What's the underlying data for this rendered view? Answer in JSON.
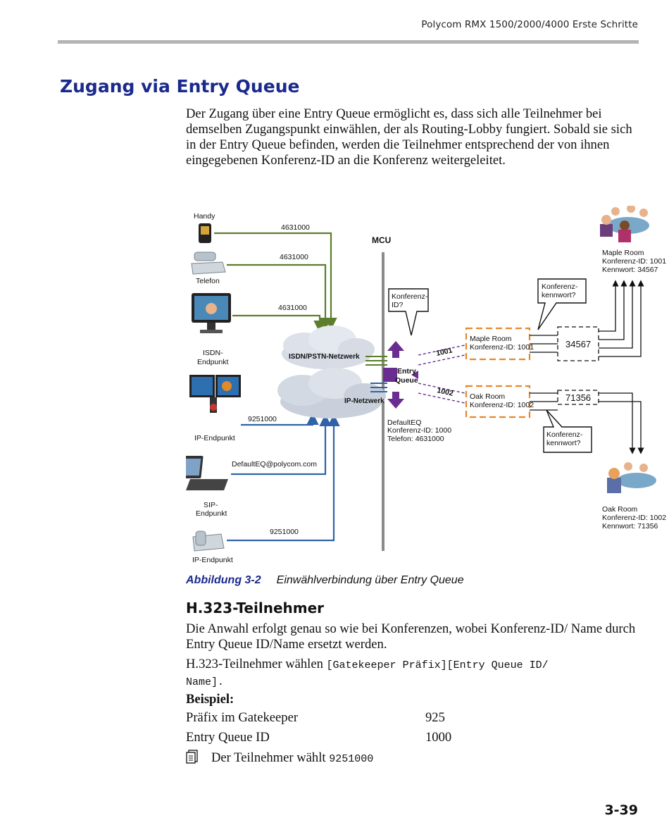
{
  "header": {
    "title": "Polycom RMX 1500/2000/4000 Erste Schritte"
  },
  "section": {
    "title": "Zugang via Entry Queue",
    "intro": "Der Zugang über eine Entry Queue ermöglicht es, dass sich alle Teilnehmer bei demselben Zugangspunkt einwählen, der als Routing-Lobby fungiert. Sobald sie sich in der Entry Queue befinden, werden die Teilnehmer entsprechend der von ihnen eingegebenen Konferenz-ID an die Konferenz weitergeleitet."
  },
  "figure": {
    "endpoints": {
      "handy": "Handy",
      "telefon": "Telefon",
      "isdn_line1": "ISDN-",
      "isdn_line2": "Endpunkt",
      "ip": "IP-Endpunkt",
      "sip_line1": "SIP-",
      "sip_line2": "Endpunkt",
      "ip2": "IP-Endpunkt"
    },
    "dial_numbers": {
      "handy": "4631000",
      "telefon": "4631000",
      "isdn": "4631000",
      "ip": "9251000",
      "sip": "DefaultEQ@polycom.com",
      "ip2": "9251000"
    },
    "networks": {
      "isdn": "ISDN/PSTN-Netzwerk",
      "ip": "IP-Netzwerk"
    },
    "mcu": "MCU",
    "entry_queue": {
      "line1": "Entry",
      "line2": "Queue"
    },
    "default_eq": {
      "line1": "DefaultEQ",
      "line2": "Konferenz-ID: 1000",
      "line3": "Telefon: 4631000"
    },
    "callouts": {
      "konferenz_id_1": "Konferenz-",
      "konferenz_id_2": "ID?",
      "kennwort_top_1": "Konferenz-",
      "kennwort_top_2": "kennwort?",
      "kennwort_bottom_1": "Konferenz-",
      "kennwort_bottom_2": "kennwort?"
    },
    "routes": {
      "r1001": "1001",
      "r1002": "1002"
    },
    "conferences": {
      "maple_name": "Maple Room",
      "maple_id": "Konferenz-ID: 1001",
      "oak_name": "Oak Room",
      "oak_id": "Konferenz-ID: 1002"
    },
    "passwords": {
      "maple": "34567",
      "oak": "71356"
    },
    "rooms": {
      "maple_name": "Maple Room",
      "maple_id": "Konferenz-ID: 1001",
      "maple_pw": "Kennwort: 34567",
      "oak_name": "Oak Room",
      "oak_id": "Konferenz-ID: 1002",
      "oak_pw": "Kennwort: 71356"
    },
    "colors": {
      "green": "#5c7d2c",
      "blue": "#2f62a8",
      "purple": "#6a2c8e",
      "orange": "#e8862a"
    }
  },
  "caption": {
    "number": "Abbildung 3-2",
    "text": "Einwählverbindung über Entry Queue"
  },
  "subsection": {
    "title": "H.323-Teilnehmer",
    "para1": "Die Anwahl erfolgt genau so wie bei Konferenzen, wobei Konferenz-ID/ Name durch Entry Queue ID/Name ersetzt werden.",
    "para2_text": "H.323-Teilnehmer wählen ",
    "para2_code_a": "[Gatekeeper Präfix][Entry Queue ID/",
    "para2_code_b": "Name].",
    "example_label": "Beispiel:",
    "rows": [
      {
        "label": "Präfix im Gatekeeper",
        "value": "925"
      },
      {
        "label": "Entry Queue ID",
        "value": "1000"
      }
    ],
    "note_text": "Der Teilnehmer wählt ",
    "note_code": "9251000",
    "note_icon": "notepad-icon"
  },
  "footer": {
    "page": "3-39"
  }
}
